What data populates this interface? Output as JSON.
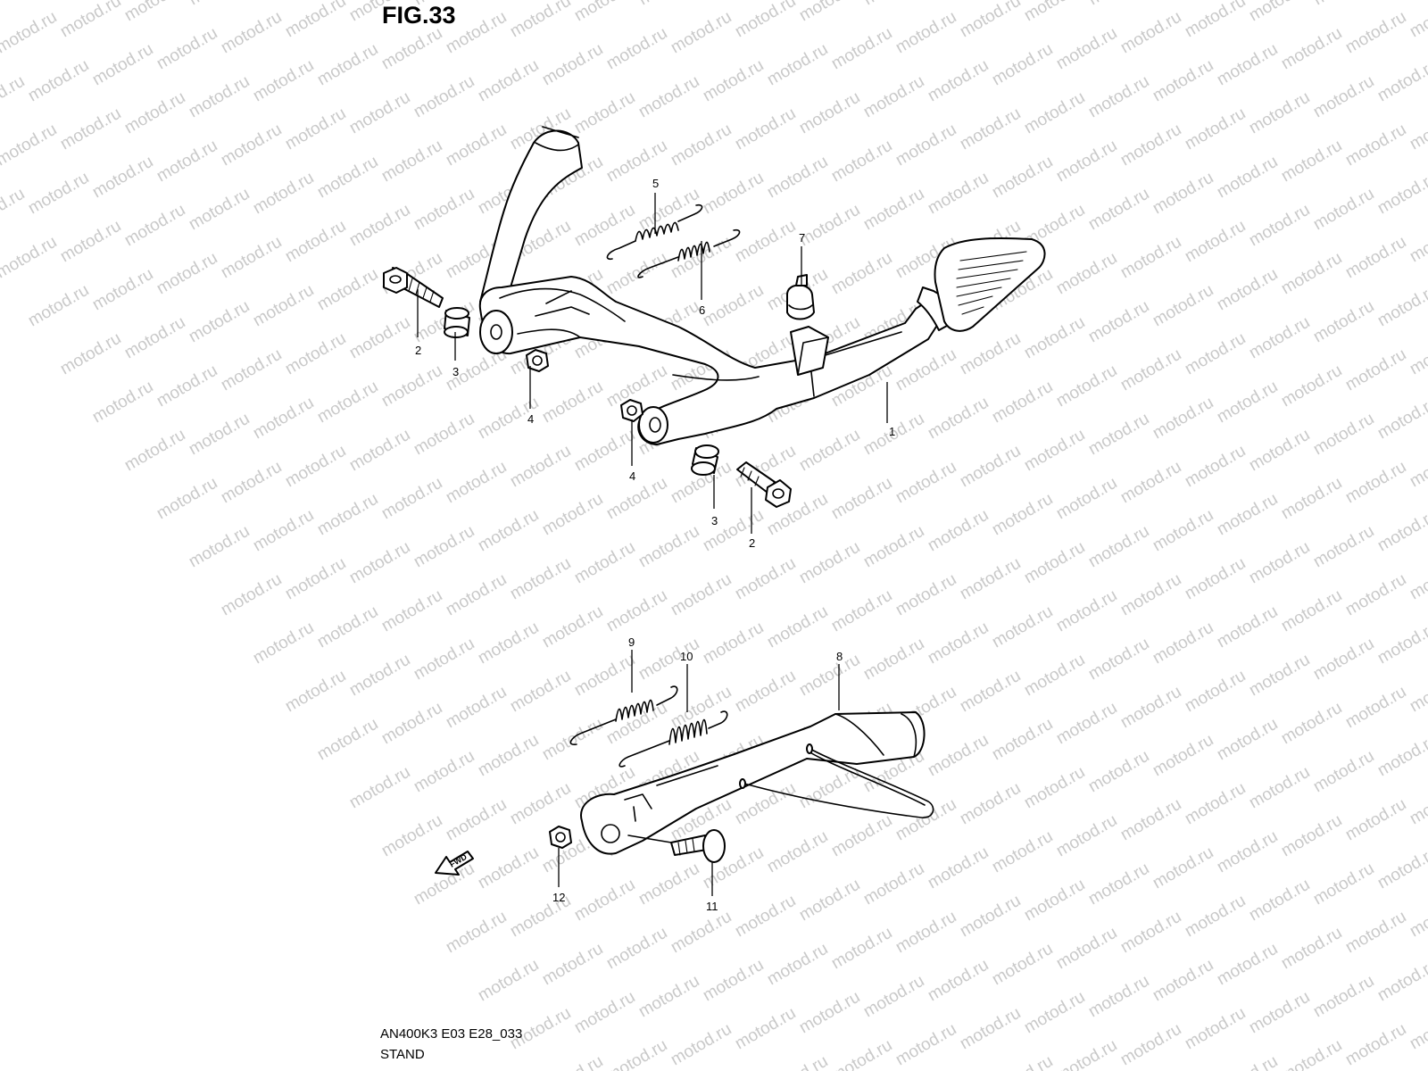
{
  "figure": {
    "title": "FIG.33",
    "model_code": "AN400K3 E03 E28_033",
    "section": "STAND"
  },
  "watermark_text": "motod.ru",
  "forward_arrow_label": "FWD",
  "callouts": {
    "center_stand": "1",
    "bolt_left": "2",
    "bushing_left": "3",
    "nut_left": "4",
    "spring_upper_a": "5",
    "spring_upper_b": "6",
    "stopper_rubber": "7",
    "nut_center": "4",
    "bushing_right": "3",
    "bolt_right": "2",
    "side_stand": "8",
    "spring_lower_a": "9",
    "spring_lower_b": "10",
    "side_bolt": "11",
    "side_nut": "12"
  }
}
